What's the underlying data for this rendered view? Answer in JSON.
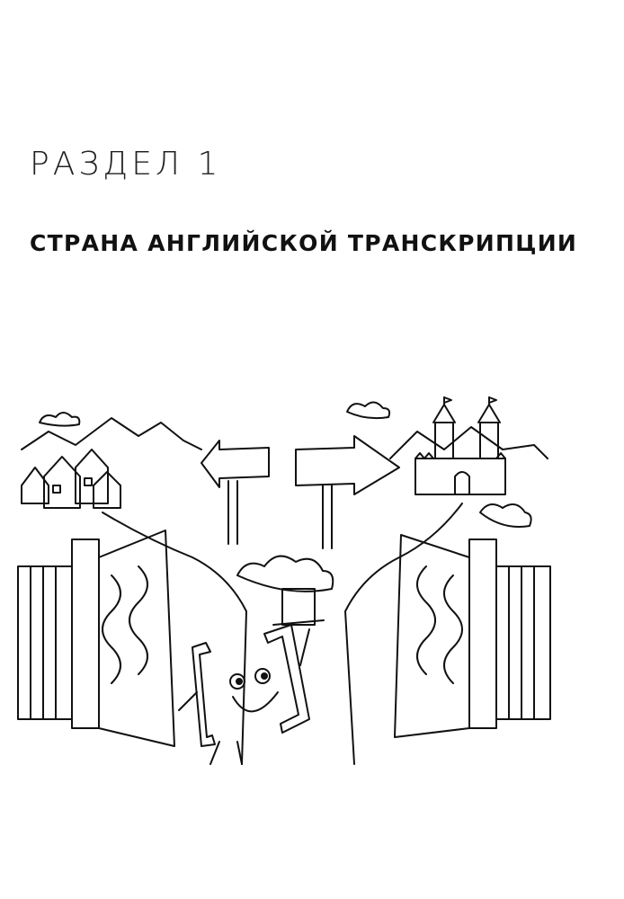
{
  "section": {
    "label": "РАЗДЕЛ 1",
    "title": "СТРАНА АНГЛИЙСКОЙ ТРАНСКРИПЦИИ"
  },
  "illustration": {
    "icon": "gate-castle-illustration",
    "stroke_color": "#111111"
  }
}
